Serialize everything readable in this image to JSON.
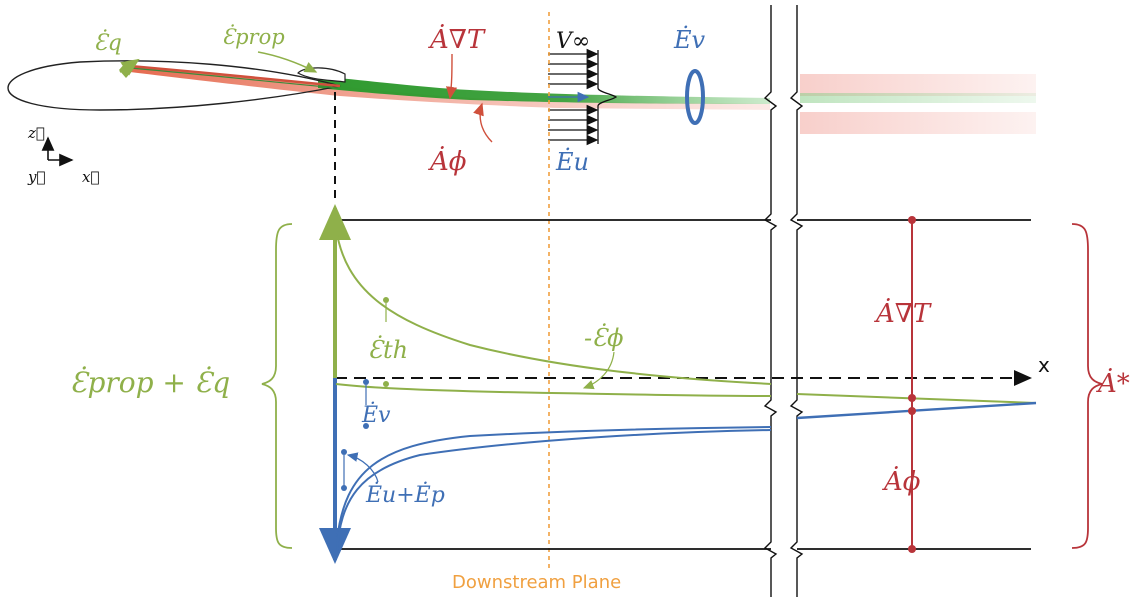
{
  "colors": {
    "green": "#8fb04a",
    "red": "#b8343a",
    "blue": "#3f6fb5",
    "orange": "#f0a040",
    "black": "#111111"
  },
  "labels": {
    "eps_q": "Ɛ̇q",
    "eps_prop": "Ɛ̇prop",
    "a_gradT_top": "Ȧ∇T",
    "a_phi_top": "Ȧϕ",
    "v_inf": "V∞",
    "e_v_top": "Ėv",
    "e_u_top": "Ėu",
    "axis_z": "z⃗",
    "axis_y": "y⃗",
    "axis_x_vec": "x⃗",
    "eps_th": "Ɛ̇th",
    "neg_eps_phi": "-Ɛ̇ϕ",
    "x_axis": "x",
    "eps_sum": "Ɛ̇prop + Ɛ̇q",
    "e_v_bottom": "Ėv",
    "e_u_plus_e_p": "Ėu+Ėp",
    "a_gradT_bottom": "Ȧ∇T",
    "a_phi_bottom": "Ȧϕ",
    "a_star": "Ȧ*",
    "downstream_plane": "Downstream Plane"
  },
  "icons": [
    "dashed-connector",
    "coordinate-axes",
    "velocity-profile-arrows",
    "vortex-ring",
    "axis-break"
  ]
}
